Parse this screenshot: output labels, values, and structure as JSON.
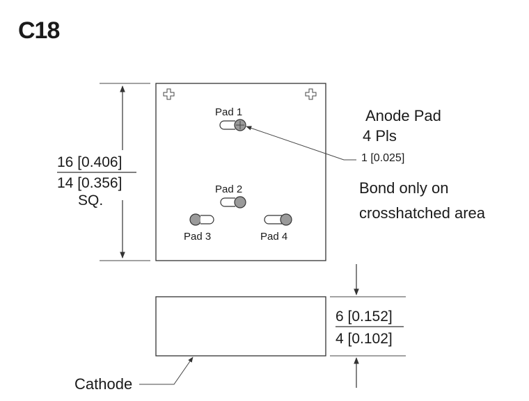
{
  "title": "C18",
  "top_view": {
    "pads": [
      {
        "label": "Pad 1",
        "crosshatched": true
      },
      {
        "label": "Pad 2"
      },
      {
        "label": "Pad 3"
      },
      {
        "label": "Pad 4"
      }
    ],
    "dim_square": {
      "top": "16 [0.406]",
      "bottom": "14 [0.356]",
      "suffix": "SQ."
    },
    "anode_callout": {
      "line1": "Anode Pad",
      "line2": "4 Pls",
      "size": "1 [0.025]"
    },
    "bond_note": {
      "line1": "Bond only on",
      "line2": "crosshatched area"
    }
  },
  "side_view": {
    "dim_height": {
      "top": "6 [0.152]",
      "bottom": "4 [0.102]"
    },
    "cathode_label": "Cathode"
  }
}
